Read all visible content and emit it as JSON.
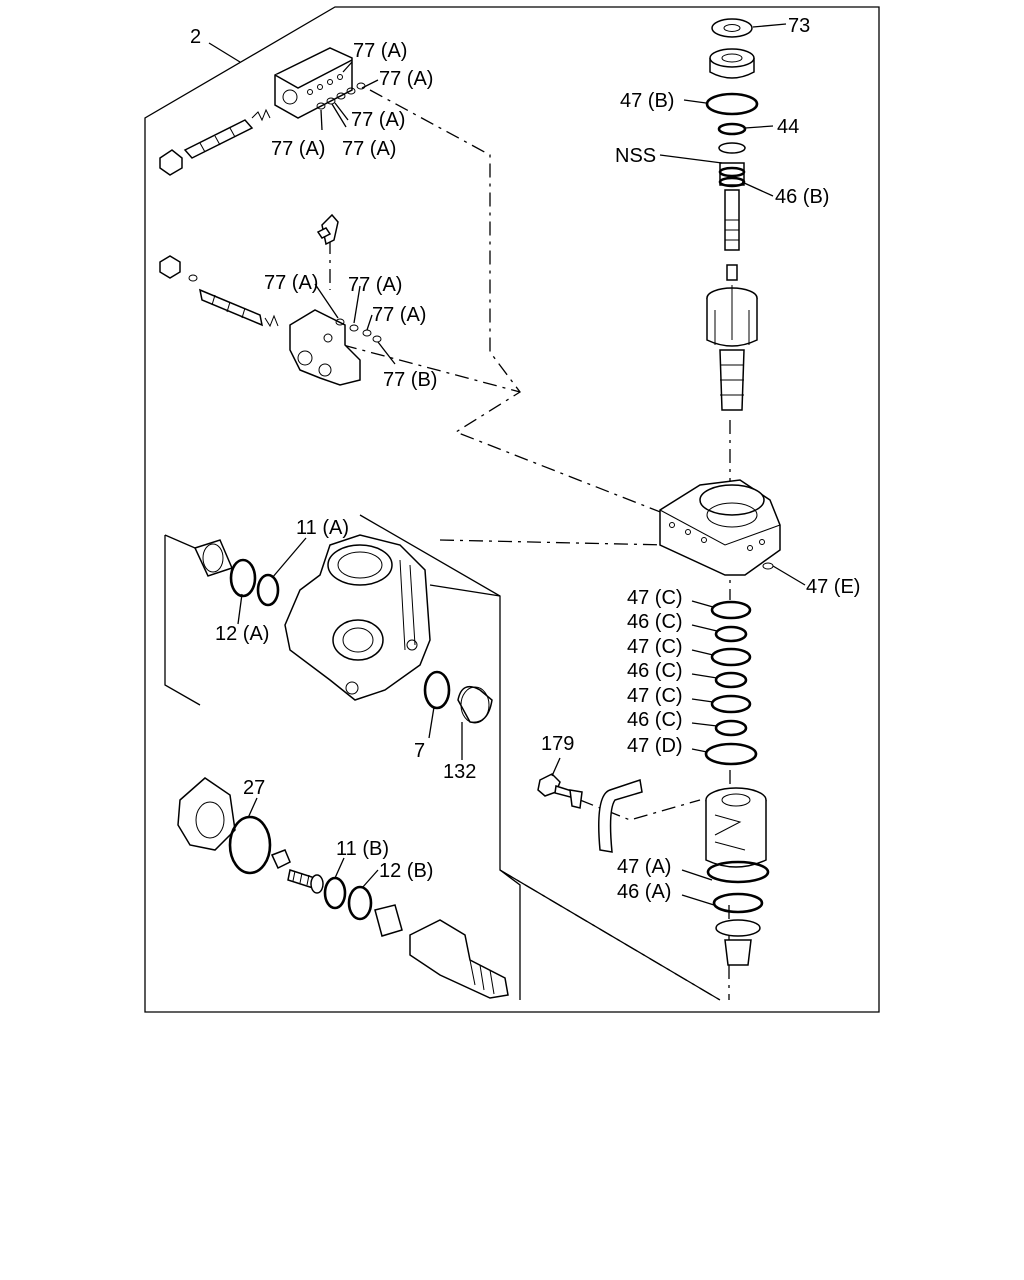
{
  "diagram": {
    "labels": {
      "l_2": "2",
      "l_77a_1": "77 (A)",
      "l_77a_2": "77 (A)",
      "l_77a_3": "77 (A)",
      "l_77a_4": "77 (A)",
      "l_77a_5": "77 (A)",
      "l_77a_6": "77 (A)",
      "l_77a_7": "77 (A)",
      "l_77a_8": "77 (A)",
      "l_77b": "77 (B)",
      "l_73": "73",
      "l_47b": "47 (B)",
      "l_44": "44",
      "l_nss": "NSS",
      "l_46b": "46 (B)",
      "l_47e": "47 (E)",
      "l_47c_1": "47 (C)",
      "l_46c_1": "46 (C)",
      "l_47c_2": "47 (C)",
      "l_46c_2": "46 (C)",
      "l_47c_3": "47 (C)",
      "l_46c_3": "46 (C)",
      "l_47d": "47 (D)",
      "l_179": "179",
      "l_47a": "47 (A)",
      "l_46a": "46 (A)",
      "l_11a": "11 (A)",
      "l_12a": "12 (A)",
      "l_7": "7",
      "l_132": "132",
      "l_27": "27",
      "l_11b": "11 (B)",
      "l_12b": "12 (B)"
    }
  }
}
